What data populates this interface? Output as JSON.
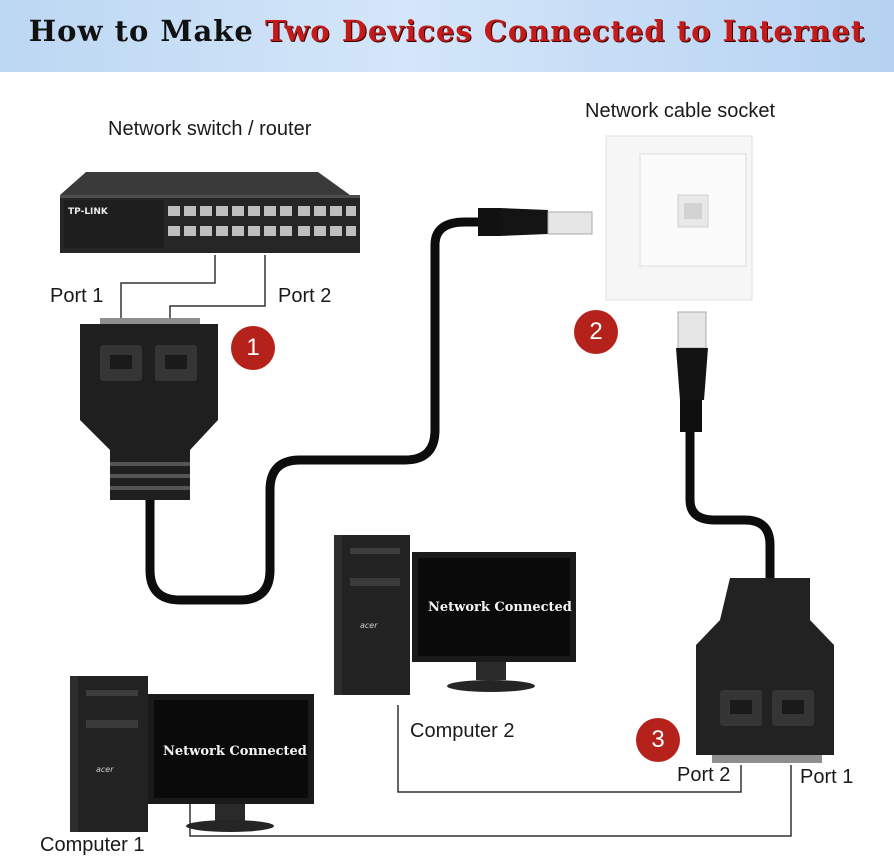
{
  "title": {
    "plain": "How to Make",
    "highlight": "Two Devices Connected to Internet"
  },
  "labels": {
    "switch": "Network switch / router",
    "socket": "Network cable socket",
    "switch_port1": "Port 1",
    "switch_port2": "Port 2",
    "splitter_port2": "Port 2",
    "splitter_port1": "Port 1",
    "computer1": "Computer 1",
    "computer2": "Computer 2"
  },
  "markers": {
    "one": "1",
    "two": "2",
    "three": "3"
  },
  "screens": {
    "computer1": "Network Connected",
    "computer2": "Network Connected"
  },
  "logos": {
    "switch_brand": "TP-LINK",
    "pc_brand": "acer"
  },
  "colors": {
    "title_red": "#c41a1a",
    "marker_red": "#b5221c",
    "banner_blue": "#c6ddf5"
  }
}
